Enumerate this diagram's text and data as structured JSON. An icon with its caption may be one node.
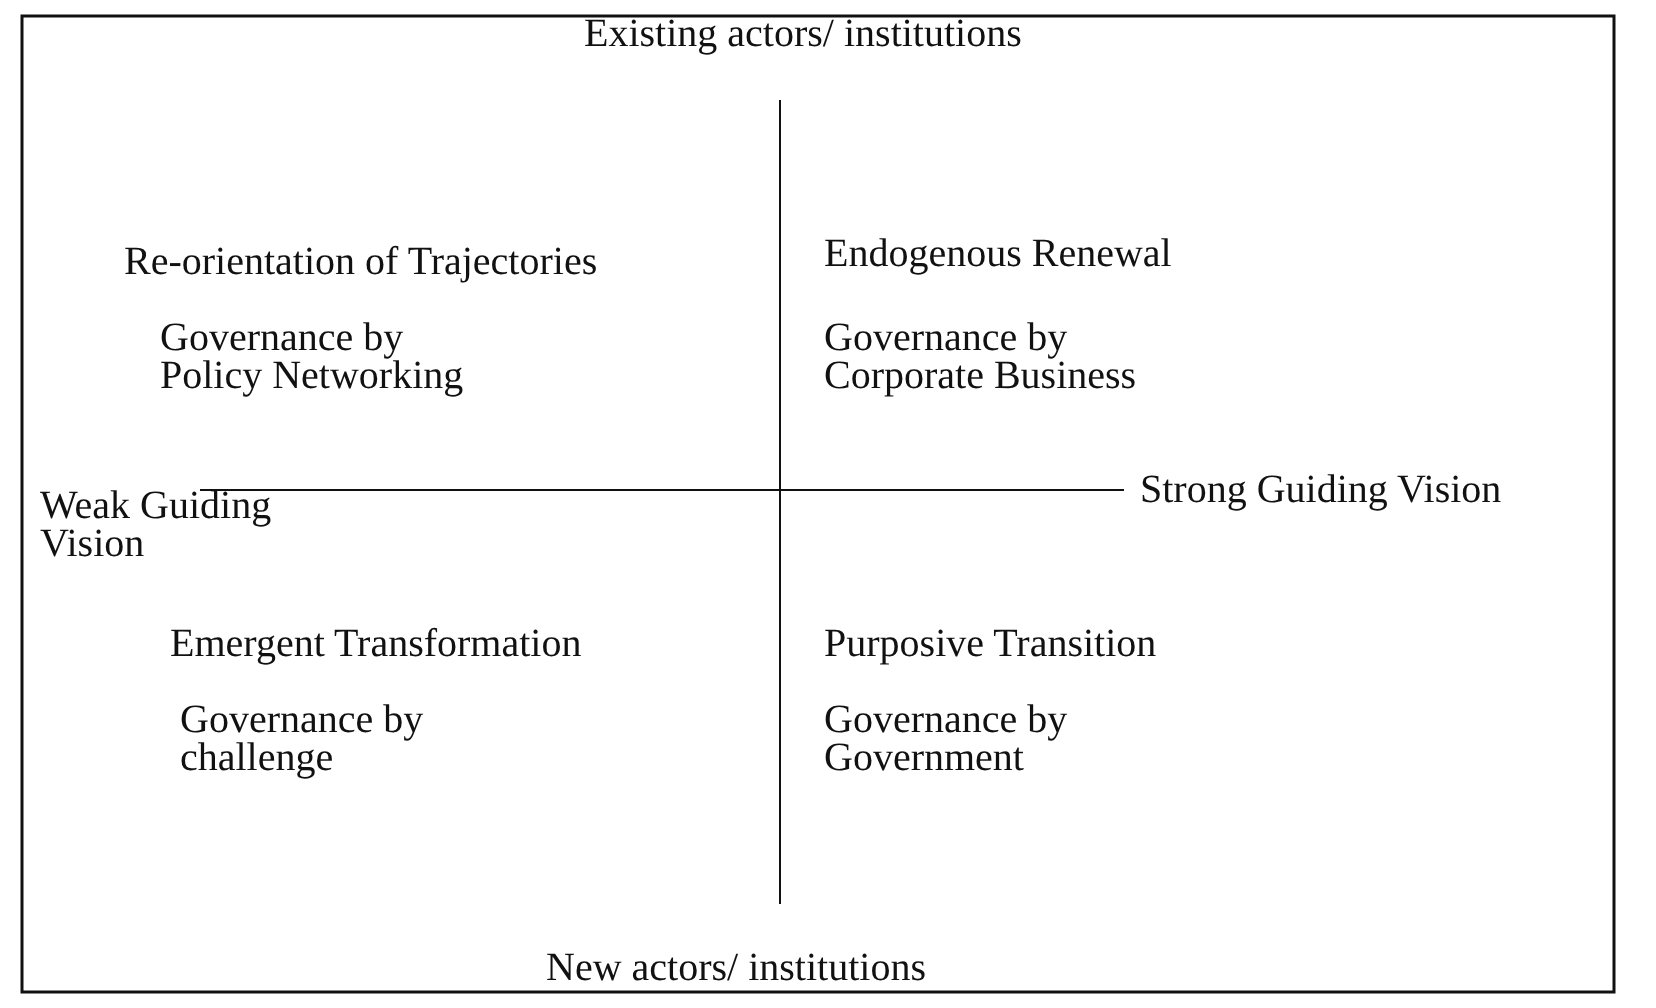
{
  "diagram": {
    "labels": [
      "Existing actors/ institutions",
      "Re-orientation of Trajectories",
      "Endogenous Renewal",
      "Governance by Policy Networking",
      "Governance by Corporate Business",
      "Weak Guiding Vision",
      "Strong Guiding Vision",
      "Emergent Transformation",
      "Purposive Transition",
      "Governance by challenge",
      "Governance by Government",
      "New actors/ institutions"
    ]
  }
}
